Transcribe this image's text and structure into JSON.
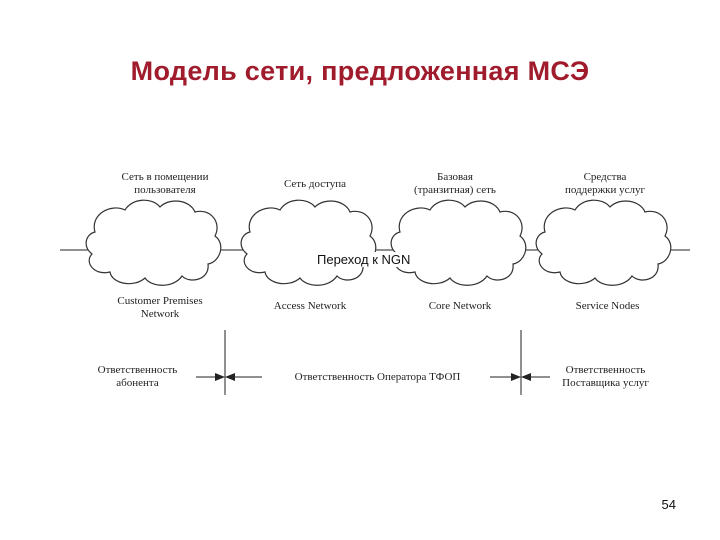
{
  "slide": {
    "title": "Модель сети, предложенная МСЭ",
    "title_color": "#a01c2c",
    "overlay_text": "Переход к NGN",
    "page_number": "54"
  },
  "clouds": [
    {
      "ru": "Сеть в помещении\nпользователя",
      "en": "Customer Premises\nNetwork"
    },
    {
      "ru": "Сеть доступа",
      "en": "Access Network"
    },
    {
      "ru": "Базовая\n(транзитная) сеть",
      "en": "Core Network"
    },
    {
      "ru": "Средства\nподдержки услуг",
      "en": "Service Nodes"
    }
  ],
  "responsibility": [
    {
      "label": "Ответственность\nабонента"
    },
    {
      "label": "Ответственность Оператора ТФОП"
    },
    {
      "label": "Ответственность\nПоставщика услуг"
    }
  ]
}
